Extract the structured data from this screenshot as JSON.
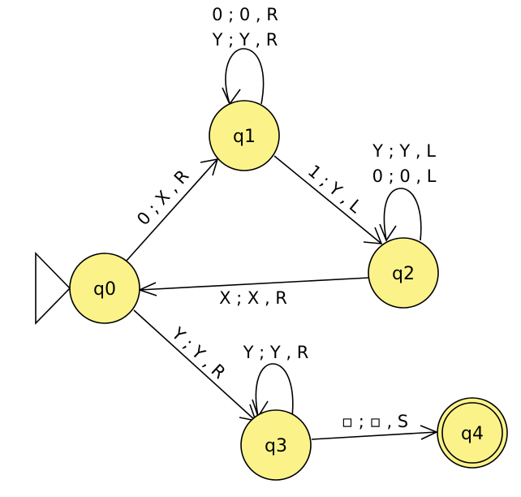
{
  "states": {
    "q0": "q0",
    "q1": "q1",
    "q2": "q2",
    "q3": "q3",
    "q4": "q4"
  },
  "start_state": "q0",
  "accept_states": [
    "q4"
  ],
  "transitions": {
    "q1_loop_1": "0 ; 0 , R",
    "q1_loop_2": "Y ; Y , R",
    "q0_q1": "0 ; X , R",
    "q1_q2": "1 ; Y , L",
    "q2_loop_1": "Y ; Y , L",
    "q2_loop_2": "0 ; 0 , L",
    "q2_q0": "X ; X , R",
    "q0_q3": "Y ; Y , R",
    "q3_loop": "Y ; Y , R",
    "q3_q4": "▫ ; ▫ , S"
  },
  "colors": {
    "state_fill": "#fbf38a",
    "stroke": "#000000"
  }
}
